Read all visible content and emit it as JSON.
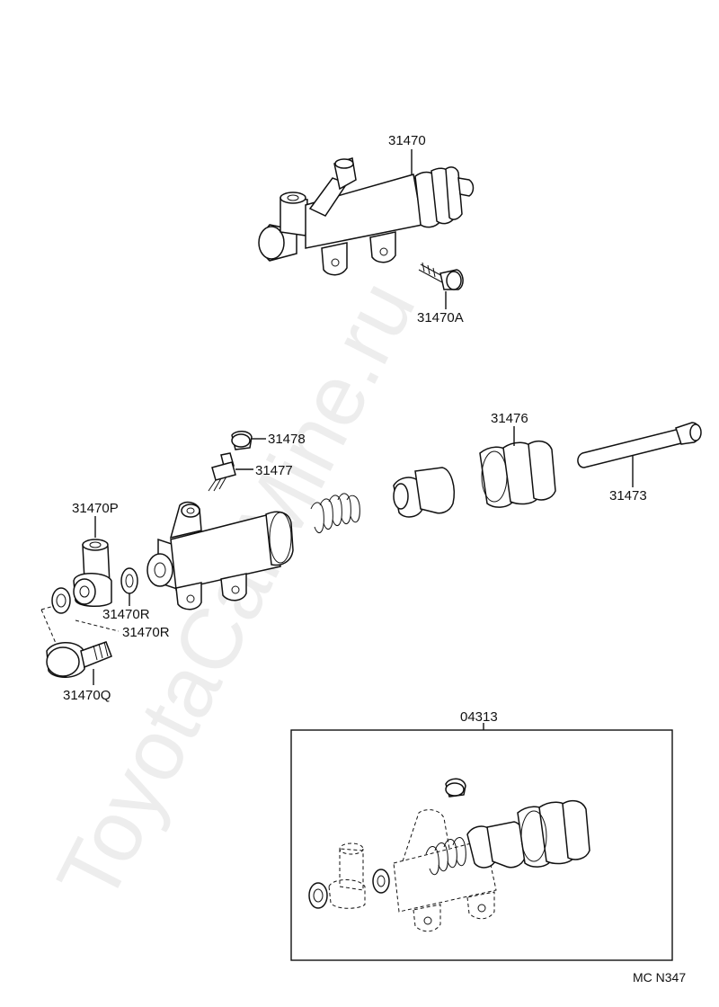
{
  "watermark": "ToyotaCarMine.ru",
  "footer_code": "MC N347",
  "labels": {
    "cylinder_assy": "31470",
    "bolt": "31470A",
    "cap": "31478",
    "bleeder": "31477",
    "boot": "31476",
    "push_rod": "31473",
    "union": "31470P",
    "gasket_upper": "31470R",
    "gasket_lower": "31470R",
    "union_bolt": "31470Q",
    "repair_kit": "04313"
  }
}
